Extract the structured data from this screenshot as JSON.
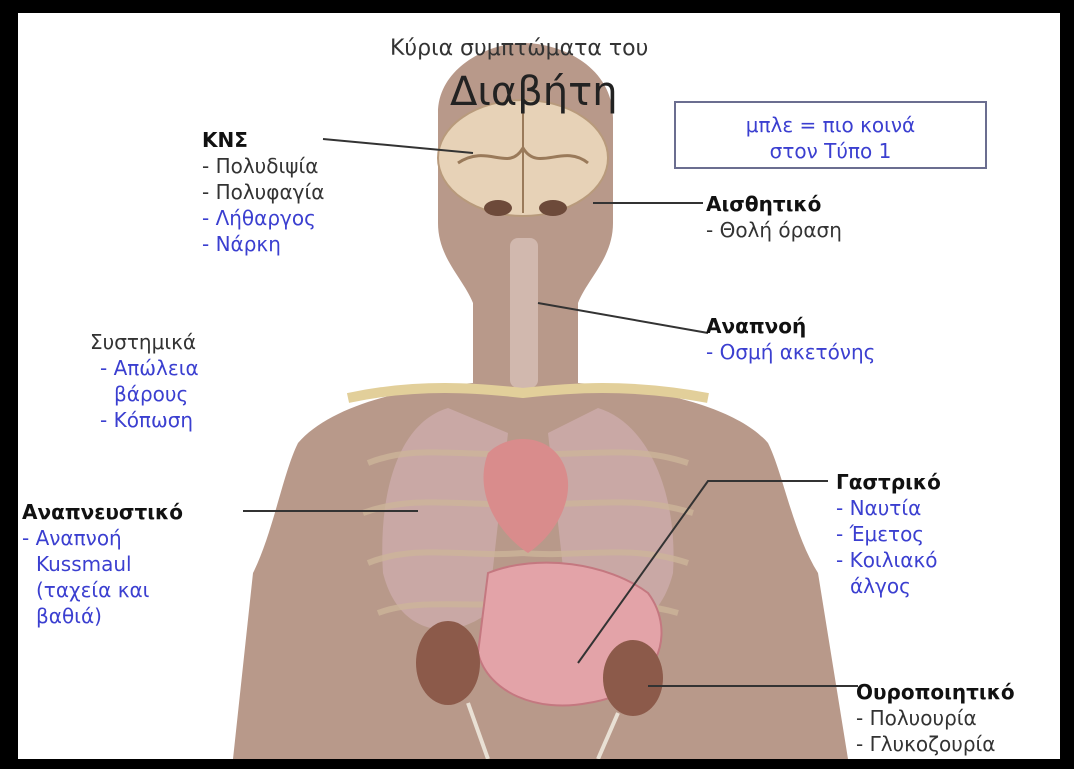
{
  "title_small": "Κύρια συμπτώματα του",
  "title_large": "Διαβήτη",
  "legend": {
    "line1": "μπλε = πιο κοινά",
    "line2": "στον Τύπο 1",
    "color": "#3b3fd0"
  },
  "colors": {
    "common_type1": "#3b3fd0",
    "other": "#333333",
    "skin": "#b8998a"
  },
  "groups": {
    "cns": {
      "heading": "ΚΝΣ",
      "items": [
        "- Πολυδιψία",
        "- Πολυφαγία",
        "- Λήθαργος",
        "- Νάρκη"
      ]
    },
    "sensory": {
      "heading": "Αισθητικό",
      "items": [
        "- Θολή όραση"
      ]
    },
    "breath": {
      "heading": "Αναπνοή",
      "items": [
        "- Οσμή ακετόνης"
      ]
    },
    "systemic": {
      "heading": "Συστημικά",
      "items": [
        "- Απώλεια",
        "βάρους",
        "- Κόπωση"
      ]
    },
    "respiratory": {
      "heading": "Αναπνευστικό",
      "items": [
        "- Αναπνοή",
        "Kussmaul",
        "(ταχεία και",
        "βαθιά)"
      ]
    },
    "gastric": {
      "heading": "Γαστρικό",
      "items": [
        "- Ναυτία",
        "- Έμετος",
        "- Κοιλιακό",
        "άλγος"
      ]
    },
    "urinary": {
      "heading": "Ουροποιητικό",
      "items": [
        "- Πολυουρία",
        "- Γλυκοζουρία"
      ]
    }
  }
}
